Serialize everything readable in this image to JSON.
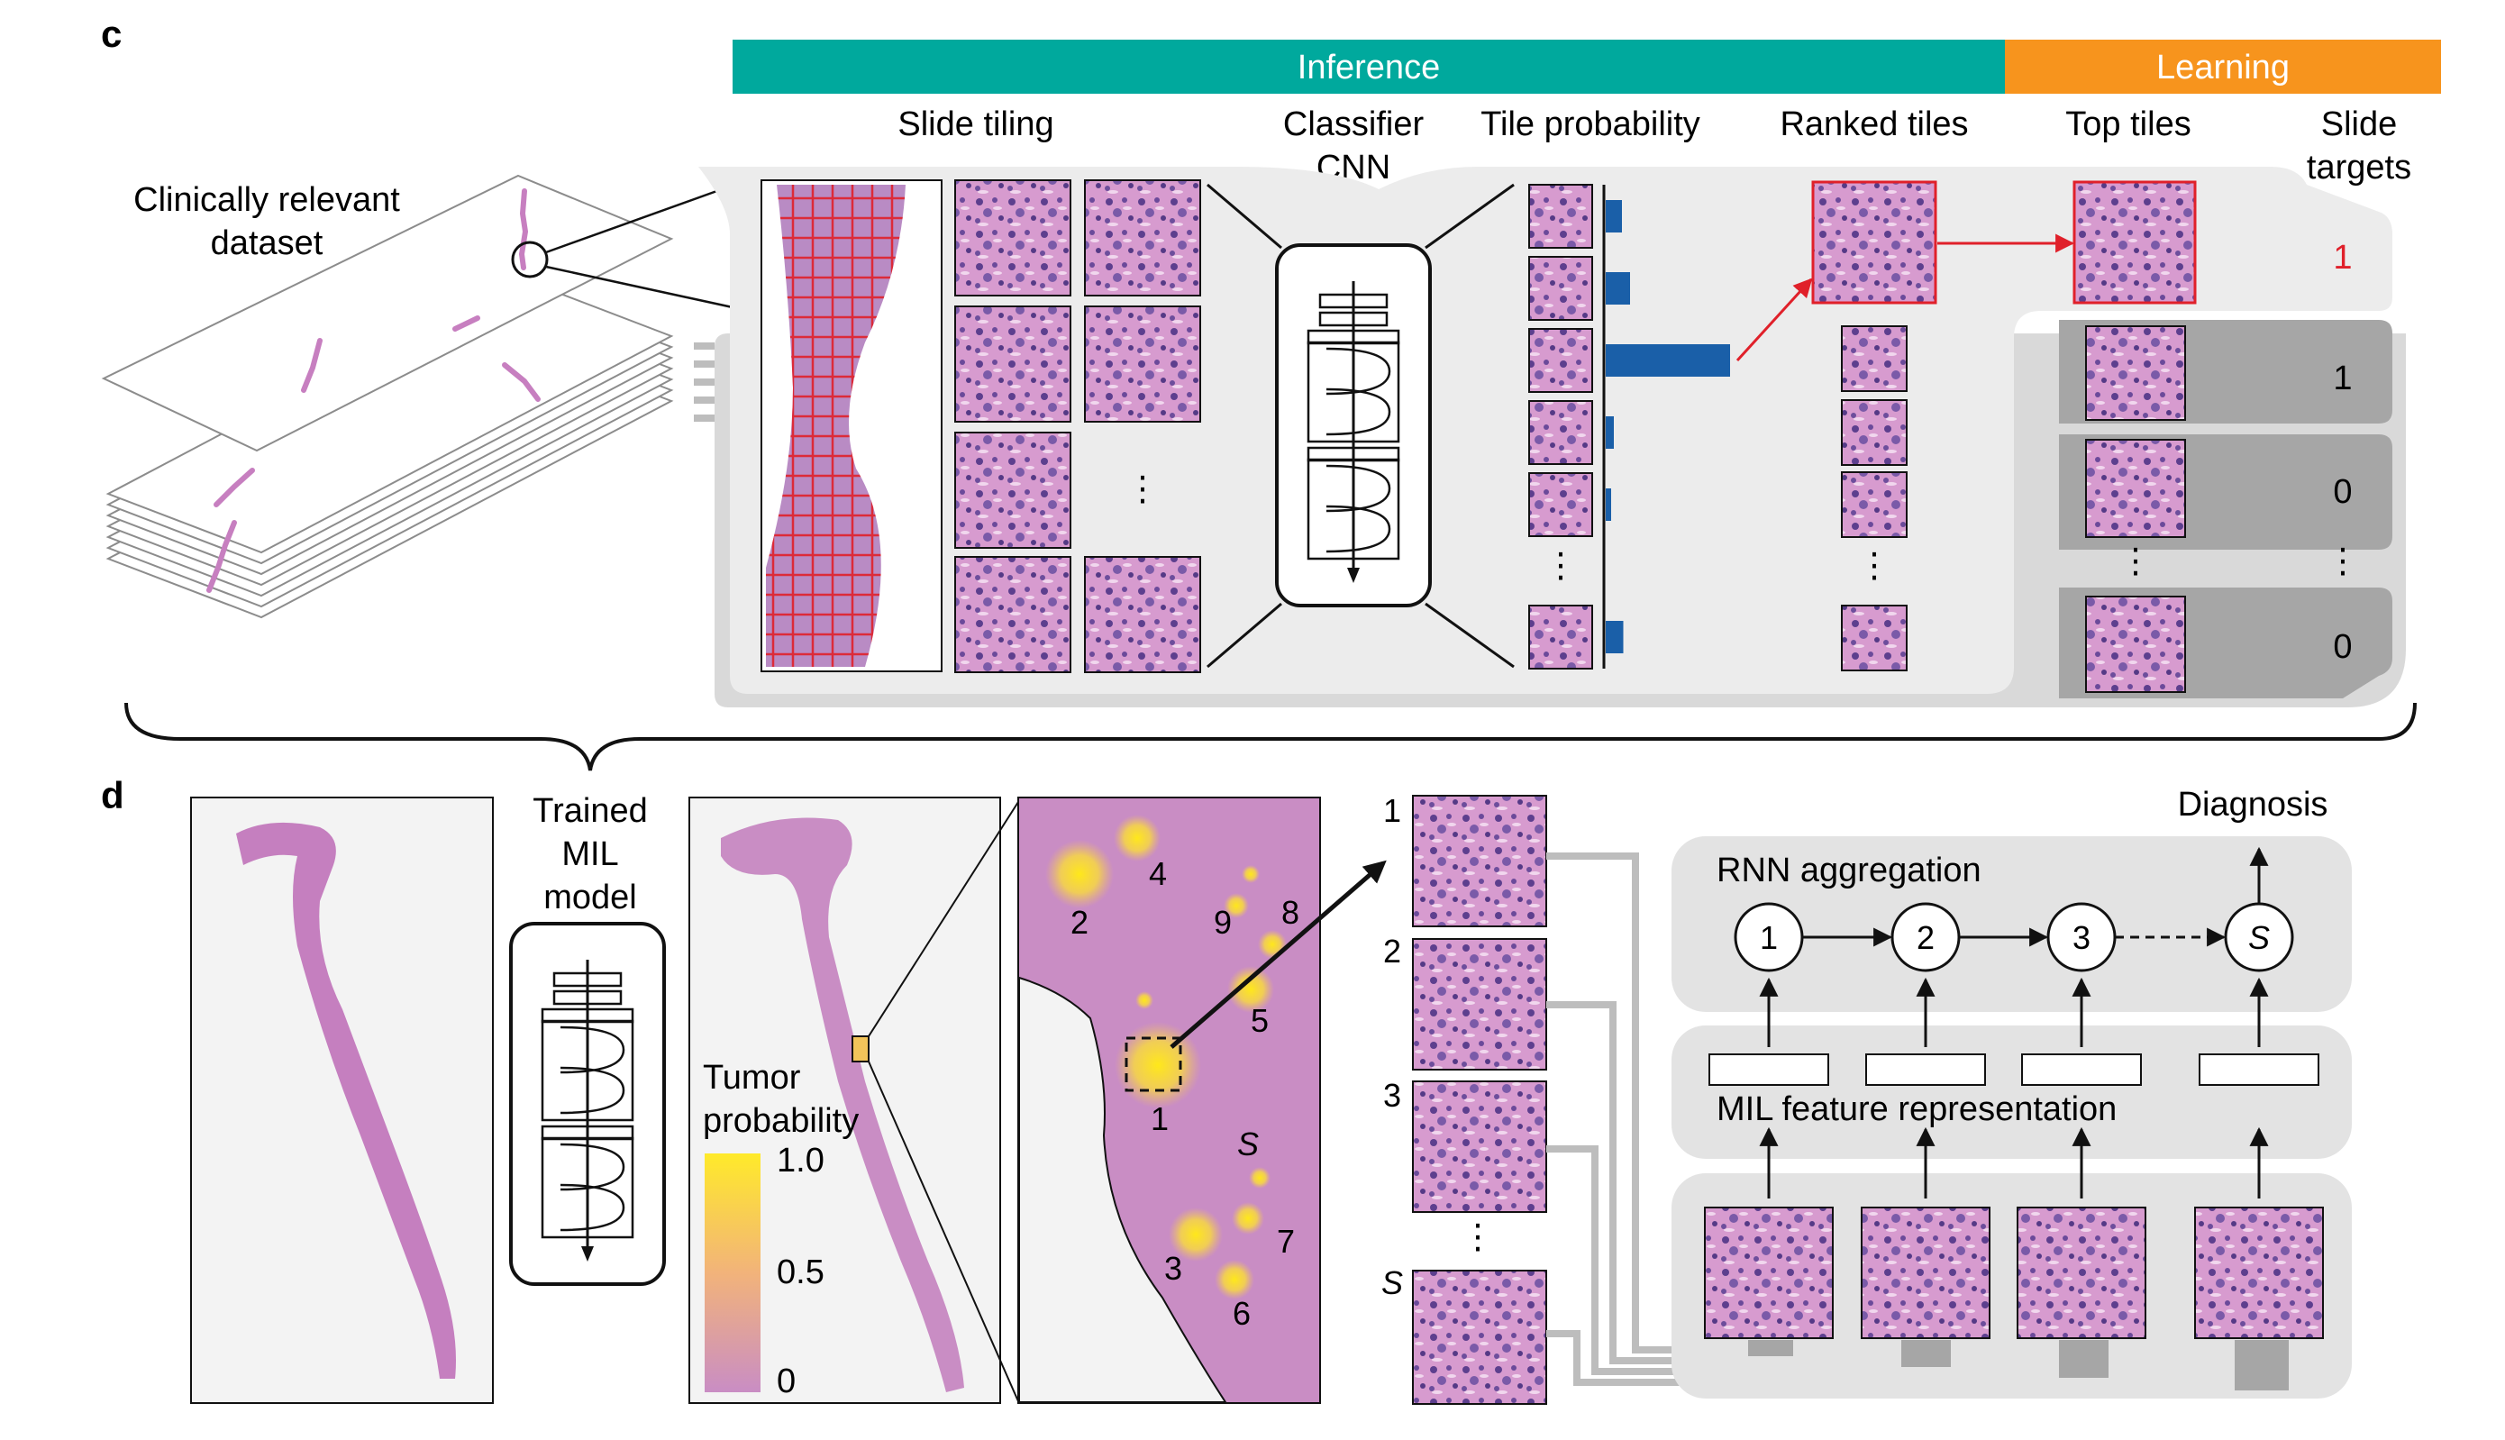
{
  "panel_c": {
    "letter": "c",
    "dataset_label_1": "Clinically relevant",
    "dataset_label_2": "dataset",
    "inference_banner": "Inference",
    "learning_banner": "Learning",
    "header_slide_tiling": "Slide tiling",
    "header_classifier_1": "Classifier",
    "header_classifier_2": "CNN",
    "header_tile_probability": "Tile probability",
    "header_ranked_tiles": "Ranked tiles",
    "header_top_tiles": "Top tiles",
    "header_slide_targets_1": "Slide",
    "header_slide_targets_2": "targets",
    "ellipsis": "⋮",
    "targets": [
      "1",
      "1",
      "0",
      "0"
    ],
    "tile_probabilities": [
      0.12,
      0.18,
      0.92,
      0.06,
      0.04,
      0.13
    ]
  },
  "panel_d": {
    "letter": "d",
    "trained_1": "Trained",
    "trained_2": "MIL",
    "trained_3": "model",
    "colorbar_title_1": "Tumor",
    "colorbar_title_2": "probability",
    "colorbar_ticks": [
      "1.0",
      "0.5",
      "0"
    ],
    "zoom_labels": [
      "4",
      "2",
      "9",
      "8",
      "5",
      "1",
      "S",
      "3",
      "7",
      "6"
    ],
    "tile_ranks": [
      "1",
      "2",
      "3",
      "S"
    ],
    "ellipsis": "⋮",
    "diagnosis": "Diagnosis",
    "rnn_aggregation": "RNN aggregation",
    "mil_feature_representation": "MIL feature representation",
    "rnn_nodes": [
      "1",
      "2",
      "3",
      "S"
    ]
  },
  "colors": {
    "inference": "#00a99d",
    "learning": "#f7941d",
    "tissue": "#c77fc0",
    "grid_red": "#e0202a",
    "bar_blue": "#1a5fa8",
    "panel_grey": "#e3e3e3",
    "dark_grey": "#a6a6a6"
  }
}
